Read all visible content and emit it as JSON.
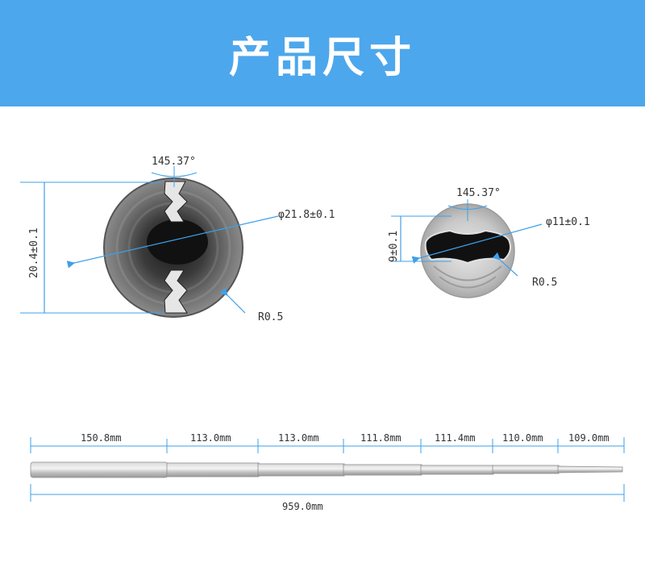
{
  "header": {
    "title": "产品尺寸"
  },
  "left_section": {
    "angle": "145.37°",
    "diameter": "φ21.8±0.1",
    "height": "20.4±0.1",
    "radius": "R0.5"
  },
  "right_section": {
    "angle": "145.37°",
    "diameter": "φ11±0.1",
    "height": "9±0.1",
    "radius": "R0.5"
  },
  "rod": {
    "segments": [
      "150.8mm",
      "113.0mm",
      "113.0mm",
      "111.8mm",
      "111.4mm",
      "110.0mm",
      "109.0mm"
    ],
    "total": "959.0mm"
  },
  "colors": {
    "header": "#4da7ec",
    "dimension": "#3ea0ea",
    "text": "#333333"
  }
}
